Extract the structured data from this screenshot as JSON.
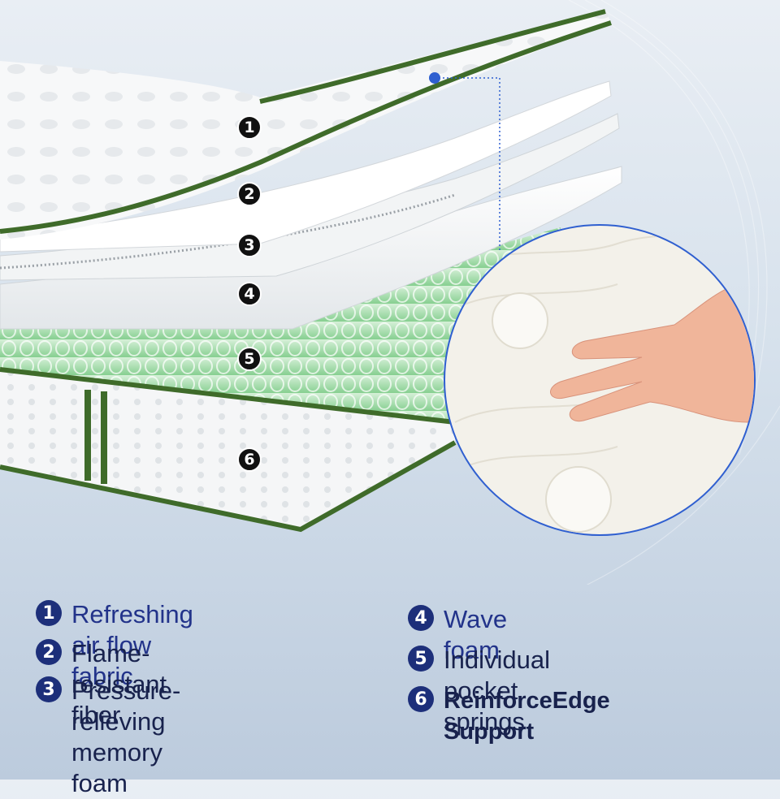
{
  "layer_markers": [
    "1",
    "2",
    "3",
    "4",
    "5",
    "6"
  ],
  "legend": [
    {
      "number": "1",
      "label": "Refreshing air flow fabric"
    },
    {
      "number": "2",
      "label": "Flame-resistant fiber"
    },
    {
      "number": "3",
      "label": "Pressure-relieving\nmemory foam"
    },
    {
      "number": "4",
      "label": "Wave foam"
    },
    {
      "number": "5",
      "label": "Individual pocket springs"
    },
    {
      "number": "6",
      "label": "ReinforceEdge Support"
    }
  ],
  "colors": {
    "edge_green": "#3f6b2a",
    "spring_green": "#9fd9a6",
    "number_navy": "#1d2f7a",
    "text_navy": "#18224d",
    "callout_blue": "#2f5fd0"
  }
}
